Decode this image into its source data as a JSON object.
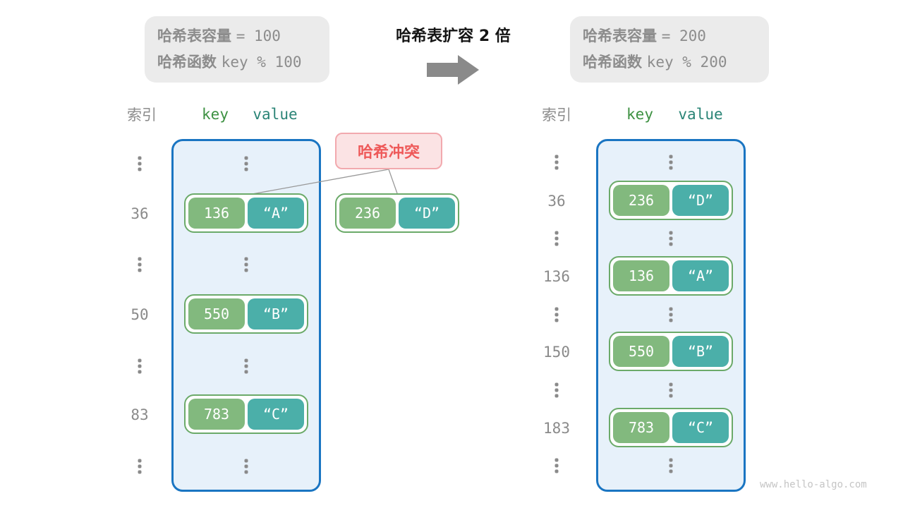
{
  "info_left": {
    "line1_label": "哈希表容量",
    "line1_value": "= 100",
    "line2_label": "哈希函数",
    "line2_value": "key % 100"
  },
  "info_right": {
    "line1_label": "哈希表容量",
    "line1_value": "= 200",
    "line2_label": "哈希函数",
    "line2_value": "key % 200"
  },
  "transform": {
    "title": "哈希表扩容 2 倍",
    "arrow_icon": "right-arrow"
  },
  "left_panel": {
    "header": {
      "index": "索引",
      "key": "key",
      "value": "value"
    },
    "rows": [
      {
        "index": "36",
        "key": "136",
        "value": "“A”"
      },
      {
        "index": "50",
        "key": "550",
        "value": "“B”"
      },
      {
        "index": "83",
        "key": "783",
        "value": "“C”"
      }
    ]
  },
  "collision": {
    "label": "哈希冲突",
    "pair": {
      "key": "236",
      "value": "“D”"
    }
  },
  "right_panel": {
    "header": {
      "index": "索引",
      "key": "key",
      "value": "value"
    },
    "rows": [
      {
        "index": "36",
        "key": "236",
        "value": "“D”"
      },
      {
        "index": "136",
        "key": "136",
        "value": "“A”"
      },
      {
        "index": "150",
        "key": "550",
        "value": "“B”"
      },
      {
        "index": "183",
        "key": "783",
        "value": "“C”"
      }
    ]
  },
  "watermark": "www.hello-algo.com",
  "colors": {
    "key_box": "#82b97e",
    "value_box": "#4bafa9",
    "pair_border": "#6baa69",
    "table_fill": "#e7f1fa",
    "table_border": "#1a75c2",
    "info_fill": "#ebebeb",
    "info_text": "#8c8c8c",
    "collision_fill": "#fbe3e4",
    "collision_border": "#f2a9ae",
    "collision_text": "#ee5a5a",
    "header_key": "#3d9142",
    "header_value": "#2a8476",
    "arrow": "#8a8a8a"
  }
}
